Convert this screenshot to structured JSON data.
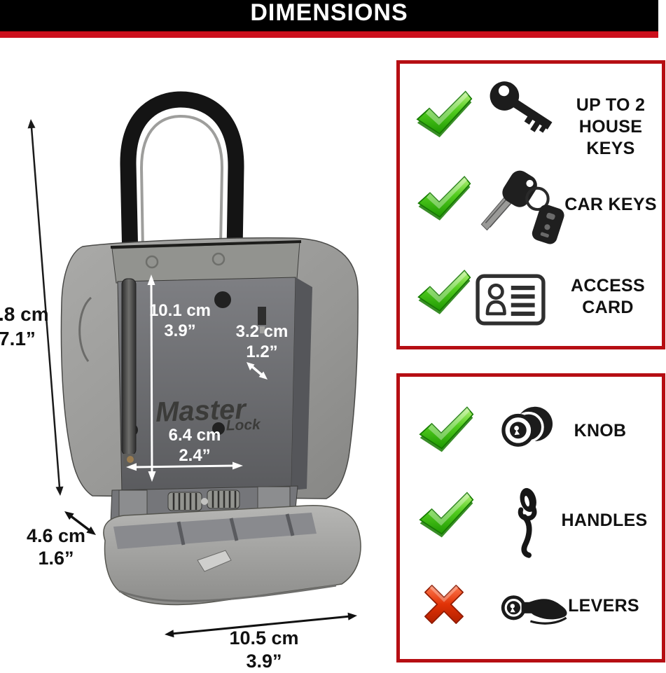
{
  "header": {
    "title": "DIMENSIONS"
  },
  "brand": {
    "name_top": "Master",
    "name_bottom": "Lock"
  },
  "dimensions": {
    "exterior_height": {
      "cm": ".8 cm",
      "inch": "7.1”"
    },
    "interior_height": {
      "cm": "10.1 cm",
      "inch": "3.9”"
    },
    "interior_depth": {
      "cm": "3.2 cm",
      "inch": "1.2”"
    },
    "interior_width": {
      "cm": "6.4 cm",
      "inch": "2.4”"
    },
    "door_depth": {
      "cm": "4.6 cm",
      "inch": "1.6”"
    },
    "exterior_width": {
      "cm": "10.5 cm",
      "inch": "3.9”"
    }
  },
  "storage_panel": {
    "items": [
      {
        "status": "yes",
        "icon": "house-key-icon",
        "label_line1": "UP TO 2",
        "label_line2": "HOUSE KEYS"
      },
      {
        "status": "yes",
        "icon": "car-key-icon",
        "label_line1": "CAR KEYS",
        "label_line2": ""
      },
      {
        "status": "yes",
        "icon": "access-card-icon",
        "label_line1": "ACCESS",
        "label_line2": "CARD"
      }
    ]
  },
  "hardware_panel": {
    "items": [
      {
        "status": "yes",
        "icon": "door-knob-icon",
        "label_line1": "KNOB"
      },
      {
        "status": "yes",
        "icon": "door-handle-icon",
        "label_line1": "HANDLES"
      },
      {
        "status": "no",
        "icon": "door-lever-icon",
        "label_line1": "LEVERS"
      }
    ]
  },
  "colors": {
    "header_bg": "#000000",
    "stripe_red": "#cc0f1c",
    "panel_border_red": "#b60e13",
    "check_green": "#3fbb10",
    "cross_red": "#e23110",
    "body_gray": "#9a9a98"
  }
}
